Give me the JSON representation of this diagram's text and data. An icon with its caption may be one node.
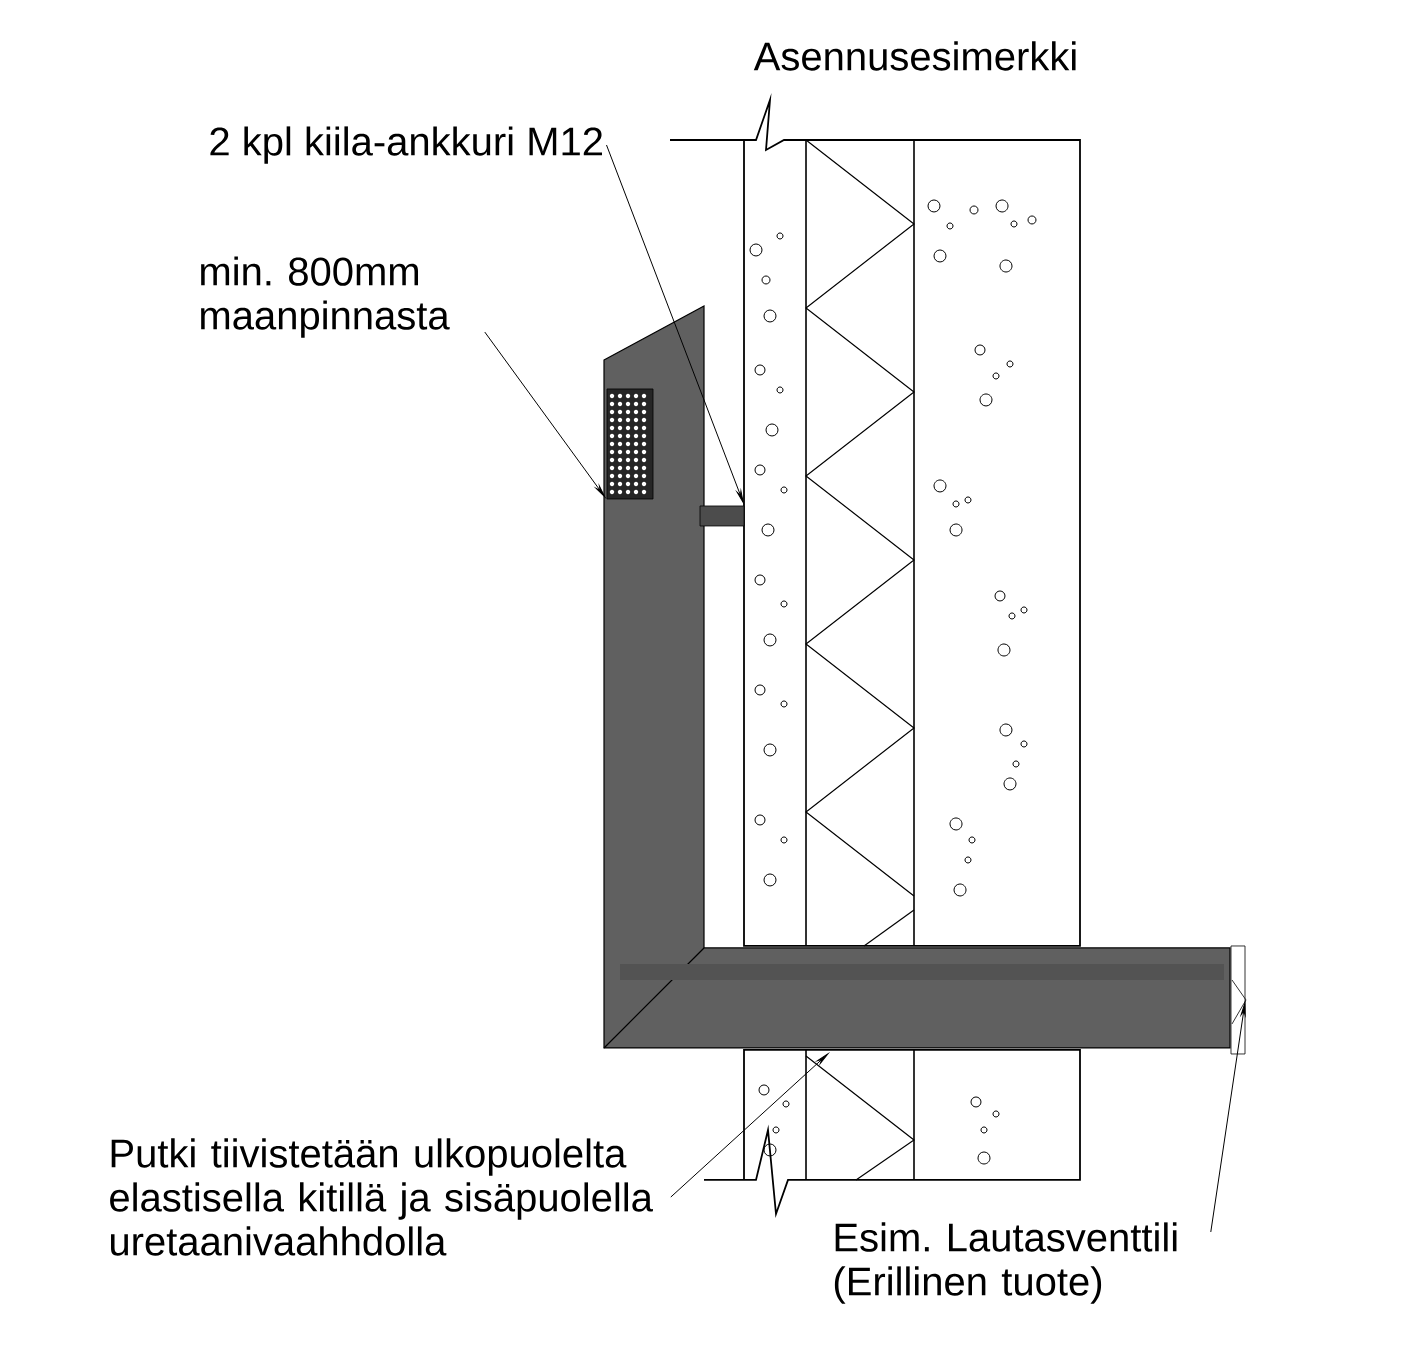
{
  "diagram": {
    "title": "Asennusesimerkki",
    "nodes": [
      {
        "text": [
          "2 kpl kiila-ankkuri M12"
        ]
      },
      {
        "text": [],
        "shape": "bar"
      },
      {
        "text": [
          "min. 800mm maanpinnasta"
        ]
      },
      {
        "text": [],
        "shape": "box"
      },
      {
        "text": [
          "Putki tiivistetään ulkopuolelta elastisella kitillä ja sisäpuolella uretaanivaahhdolla"
        ]
      },
      {
        "text": [
          "Esim. Lautasventtili (Erillinen tuote)"
        ]
      },
      {
        "text": [],
        "shape": "box"
      }
    ],
    "edges": [
      {
        "from": 0,
        "to": 1,
        "arrow": "to"
      },
      {
        "from": 2,
        "to": 3,
        "arrow": "to"
      },
      {
        "from": 4,
        "to": null,
        "arrow": "to"
      },
      {
        "from": 5,
        "to": 6,
        "arrow": "to"
      }
    ]
  }
}
